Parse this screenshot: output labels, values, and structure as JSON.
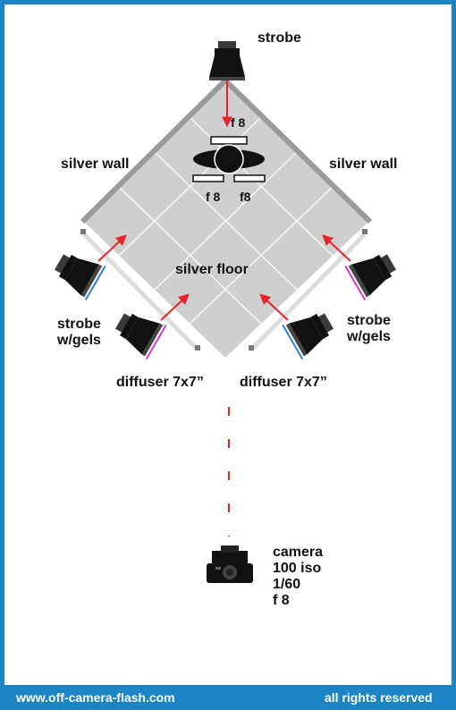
{
  "colors": {
    "border": "#1a84c4",
    "floor": "#cfcfcf",
    "wall": "#9a9a9a",
    "arrow": "#e8232a",
    "gel_blue": "#2a7fd4",
    "gel_magenta": "#d23ad2"
  },
  "labels": {
    "top_strobe": "strobe",
    "f8_top": "f 8",
    "wall_left": "silver wall",
    "wall_right": "silver wall",
    "f8_left": "f 8",
    "f8_right": "f8",
    "floor": "silver floor",
    "strobe_left_1": "strobe",
    "strobe_left_2": "w/gels",
    "strobe_right_1": "strobe",
    "strobe_right_2": "w/gels",
    "diffuser_left": "diffuser 7x7”",
    "diffuser_right": "diffuser 7x7”"
  },
  "camera": {
    "label": "camera",
    "iso": "100 iso",
    "shutter": "1/60",
    "aperture": "f 8"
  },
  "footer": {
    "website": "www.off-camera-flash.com",
    "rights": "all rights reserved"
  },
  "icons": {
    "strobe": "strobe-head-icon",
    "camera": "dslr-camera-icon",
    "subject": "subject-top-view-icon",
    "diffuser": "diffuser-panel-icon"
  }
}
